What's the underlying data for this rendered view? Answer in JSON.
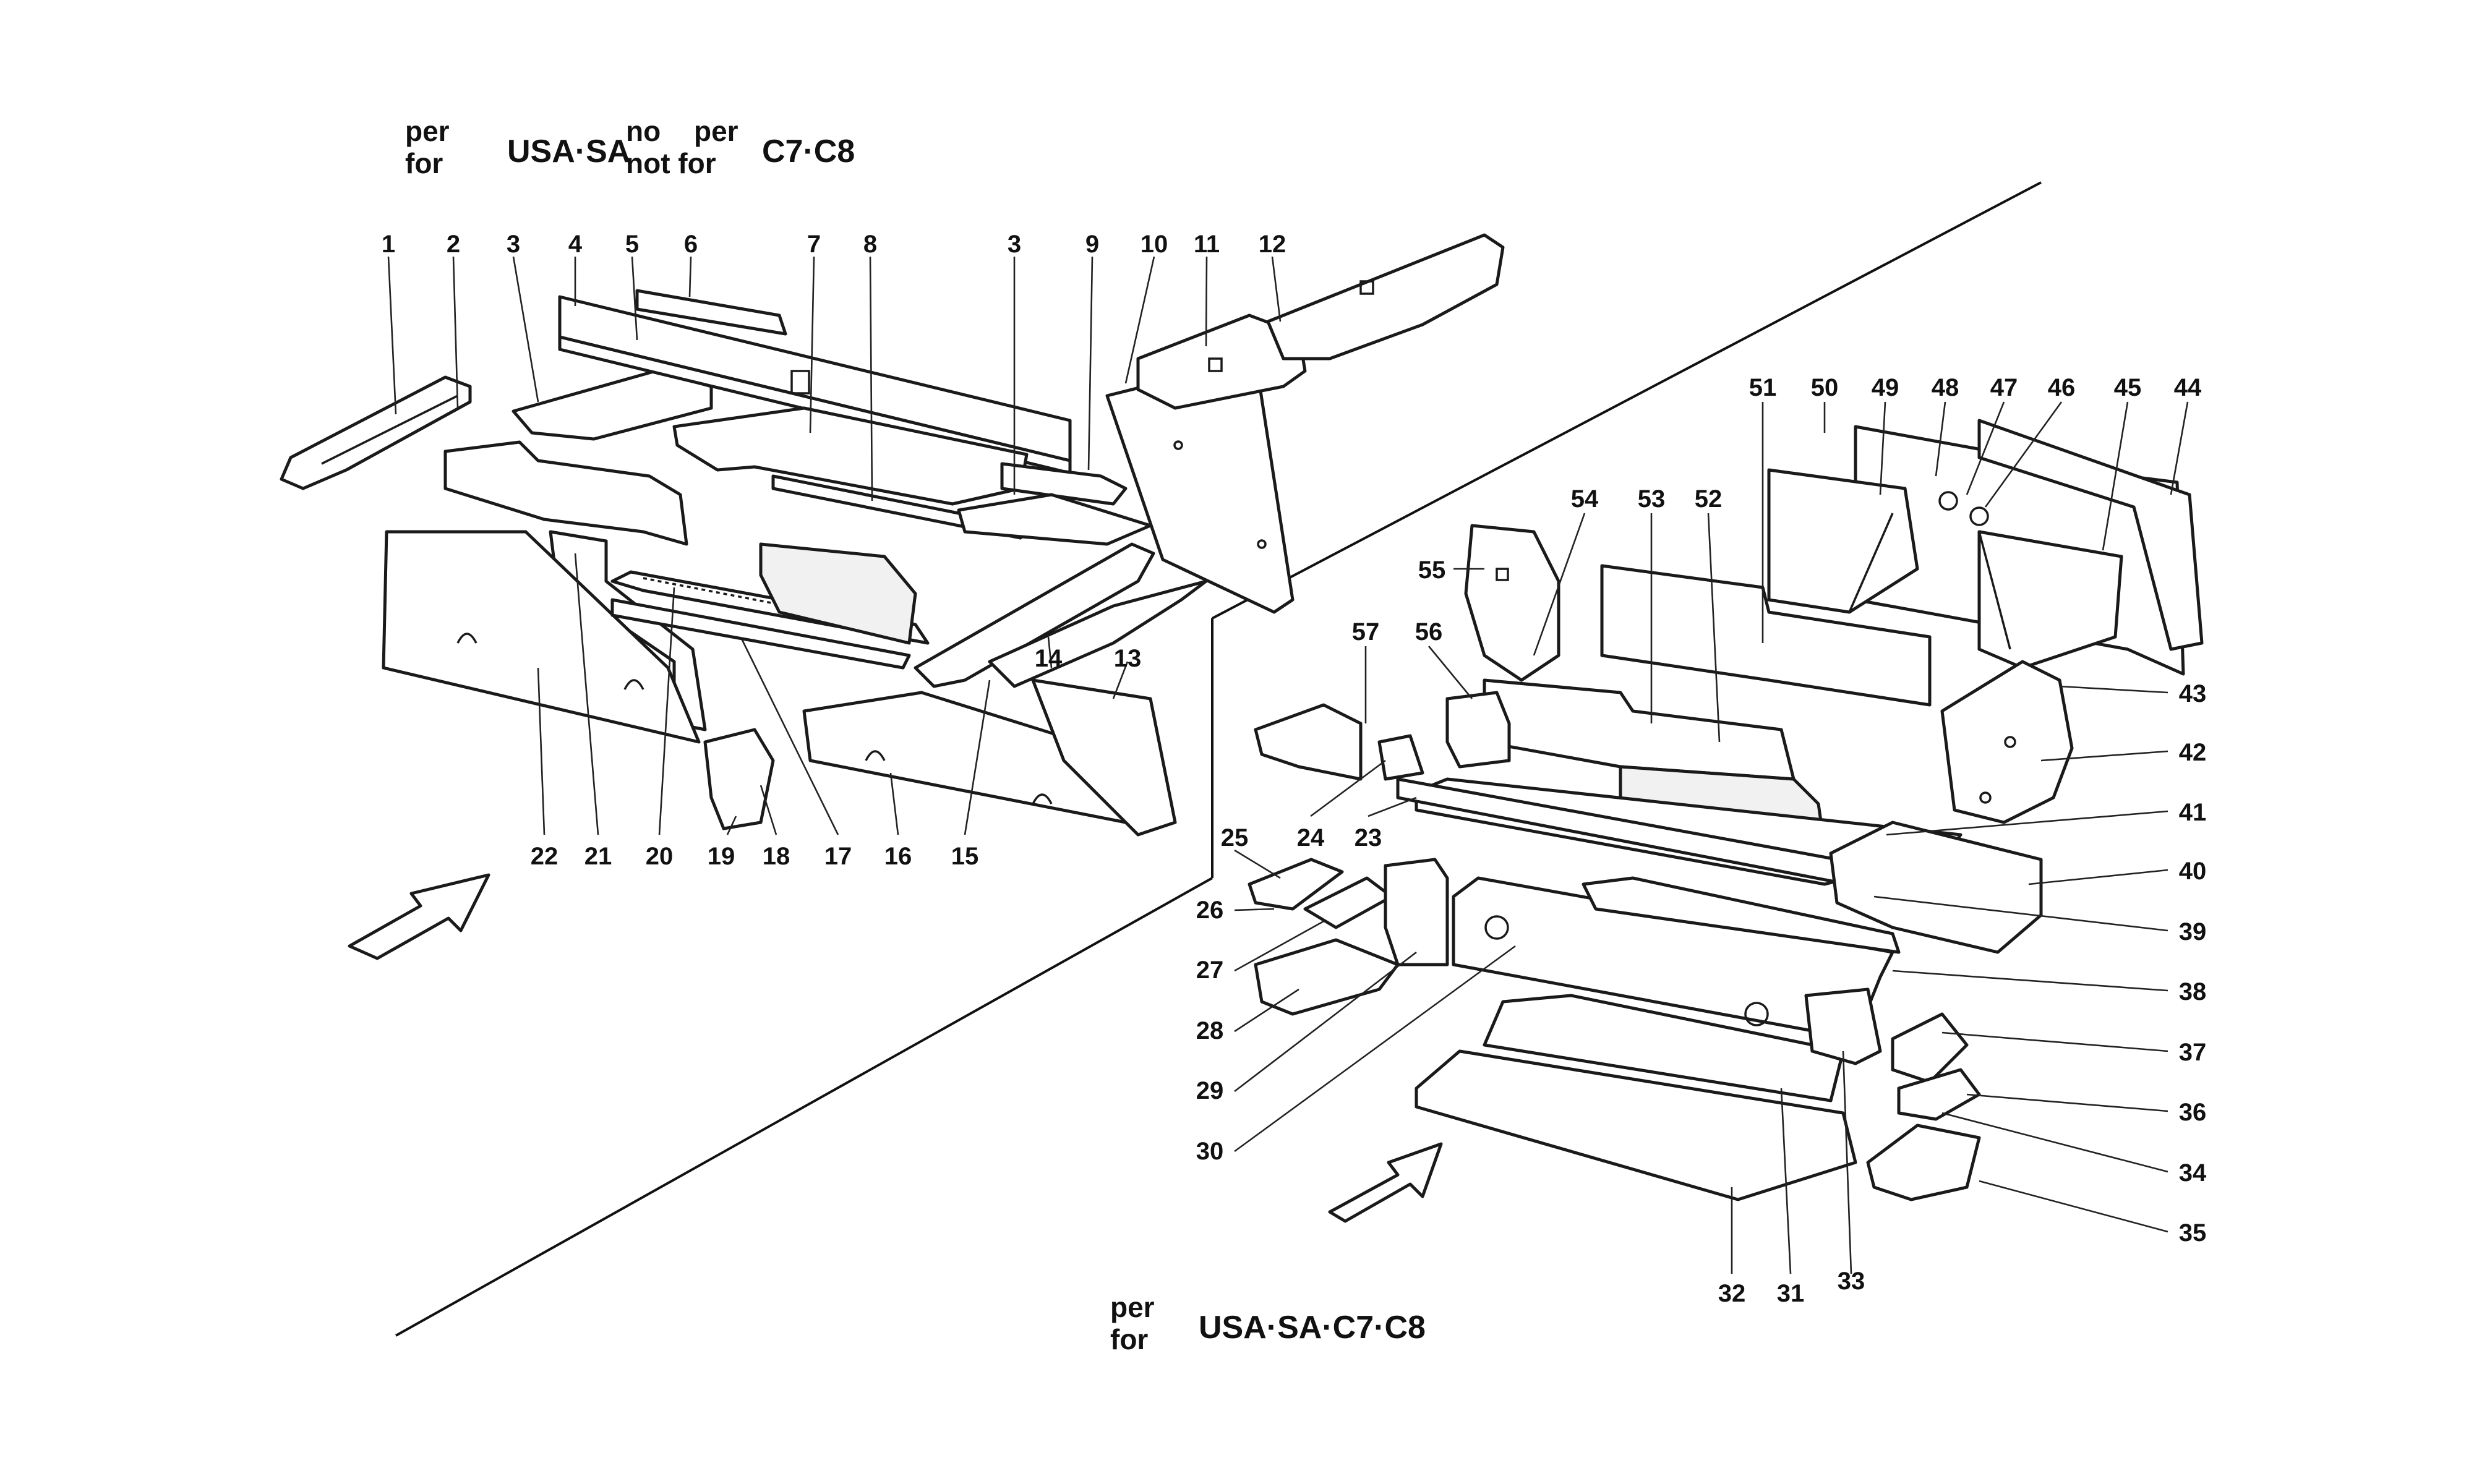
{
  "headers": {
    "left": {
      "per": "per",
      "for": "for",
      "model": "USA·SA",
      "no": "no",
      "not_for": "not for",
      "per2": "per",
      "model2": "C7·C8"
    },
    "bottom": {
      "per": "per",
      "for": "for",
      "models": "USA·SA·C7·C8"
    }
  },
  "callouts": {
    "n1": "1",
    "n2": "2",
    "n3a": "3",
    "n4": "4",
    "n5": "5",
    "n6": "6",
    "n7": "7",
    "n8": "8",
    "n3b": "3",
    "n9": "9",
    "n10": "10",
    "n11": "11",
    "n12": "12",
    "n13": "13",
    "n14": "14",
    "n15": "15",
    "n16": "16",
    "n17": "17",
    "n18": "18",
    "n19": "19",
    "n20": "20",
    "n21": "21",
    "n22": "22",
    "n23": "23",
    "n24": "24",
    "n25": "25",
    "n26": "26",
    "n27": "27",
    "n28": "28",
    "n29": "29",
    "n30": "30",
    "n31": "31",
    "n32": "32",
    "n33": "33",
    "n34": "34",
    "n35": "35",
    "n36": "36",
    "n37": "37",
    "n38": "38",
    "n39": "39",
    "n40": "40",
    "n41": "41",
    "n42": "42",
    "n43": "43",
    "n44": "44",
    "n45": "45",
    "n46": "46",
    "n47": "47",
    "n48": "48",
    "n49": "49",
    "n50": "50",
    "n51": "51",
    "n52": "52",
    "n53": "53",
    "n54": "54",
    "n55": "55",
    "n56": "56",
    "n57": "57"
  }
}
